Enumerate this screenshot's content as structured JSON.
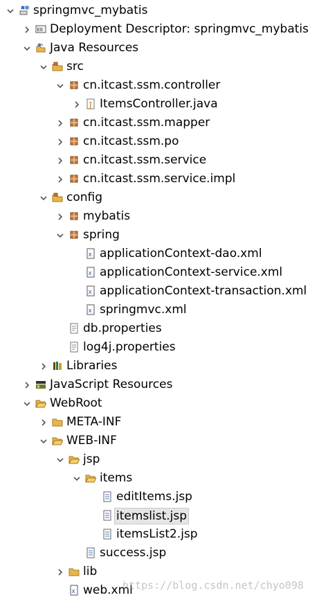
{
  "tree": [
    {
      "label": "springmvc_mybatis",
      "depth": 0,
      "twisty": "expanded",
      "icon": "project-icon"
    },
    {
      "label": "Deployment Descriptor: springmvc_mybatis",
      "depth": 1,
      "twisty": "collapsed",
      "icon": "deployment-descriptor-icon"
    },
    {
      "label": "Java Resources",
      "depth": 1,
      "twisty": "expanded",
      "icon": "java-resources-icon"
    },
    {
      "label": "src",
      "depth": 2,
      "twisty": "expanded",
      "icon": "source-folder-icon"
    },
    {
      "label": "cn.itcast.ssm.controller",
      "depth": 3,
      "twisty": "expanded",
      "icon": "package-icon"
    },
    {
      "label": "ItemsController.java",
      "depth": 4,
      "twisty": "collapsed",
      "icon": "java-file-icon"
    },
    {
      "label": "cn.itcast.ssm.mapper",
      "depth": 3,
      "twisty": "collapsed",
      "icon": "package-icon"
    },
    {
      "label": "cn.itcast.ssm.po",
      "depth": 3,
      "twisty": "collapsed",
      "icon": "package-icon"
    },
    {
      "label": "cn.itcast.ssm.service",
      "depth": 3,
      "twisty": "collapsed",
      "icon": "package-icon"
    },
    {
      "label": "cn.itcast.ssm.service.impl",
      "depth": 3,
      "twisty": "collapsed",
      "icon": "package-icon"
    },
    {
      "label": "config",
      "depth": 2,
      "twisty": "expanded",
      "icon": "source-folder-icon"
    },
    {
      "label": "mybatis",
      "depth": 3,
      "twisty": "collapsed",
      "icon": "package-icon"
    },
    {
      "label": "spring",
      "depth": 3,
      "twisty": "expanded",
      "icon": "package-icon"
    },
    {
      "label": "applicationContext-dao.xml",
      "depth": 4,
      "twisty": "none",
      "icon": "xml-file-icon"
    },
    {
      "label": "applicationContext-service.xml",
      "depth": 4,
      "twisty": "none",
      "icon": "xml-file-icon"
    },
    {
      "label": "applicationContext-transaction.xml",
      "depth": 4,
      "twisty": "none",
      "icon": "xml-file-icon"
    },
    {
      "label": "springmvc.xml",
      "depth": 4,
      "twisty": "none",
      "icon": "xml-file-icon"
    },
    {
      "label": "db.properties",
      "depth": 3,
      "twisty": "none",
      "icon": "properties-file-icon"
    },
    {
      "label": "log4j.properties",
      "depth": 3,
      "twisty": "none",
      "icon": "properties-file-icon"
    },
    {
      "label": "Libraries",
      "depth": 2,
      "twisty": "collapsed",
      "icon": "libraries-icon"
    },
    {
      "label": "JavaScript Resources",
      "depth": 1,
      "twisty": "collapsed",
      "icon": "javascript-resources-icon"
    },
    {
      "label": "WebRoot",
      "depth": 1,
      "twisty": "expanded",
      "icon": "folder-open-icon"
    },
    {
      "label": "META-INF",
      "depth": 2,
      "twisty": "collapsed",
      "icon": "folder-icon"
    },
    {
      "label": "WEB-INF",
      "depth": 2,
      "twisty": "expanded",
      "icon": "folder-open-icon"
    },
    {
      "label": "jsp",
      "depth": 3,
      "twisty": "expanded",
      "icon": "folder-open-icon"
    },
    {
      "label": "items",
      "depth": 4,
      "twisty": "expanded",
      "icon": "folder-open-icon"
    },
    {
      "label": "editItems.jsp",
      "depth": 5,
      "twisty": "none",
      "icon": "jsp-file-icon"
    },
    {
      "label": "itemslist.jsp",
      "depth": 5,
      "twisty": "none",
      "icon": "jsp-file-icon",
      "selected": true
    },
    {
      "label": "itemsList2.jsp",
      "depth": 5,
      "twisty": "none",
      "icon": "jsp-file-icon"
    },
    {
      "label": "success.jsp",
      "depth": 4,
      "twisty": "none",
      "icon": "jsp-file-icon"
    },
    {
      "label": "lib",
      "depth": 3,
      "twisty": "collapsed",
      "icon": "folder-icon"
    },
    {
      "label": "web.xml",
      "depth": 3,
      "twisty": "none",
      "icon": "xml-file-icon"
    }
  ],
  "watermark": "https://blog.csdn.net/chyo098",
  "colors": {
    "selection": "#e5e5e5",
    "folder": "#e8b54a",
    "package": "#b5651d",
    "twisty": "#555555"
  }
}
